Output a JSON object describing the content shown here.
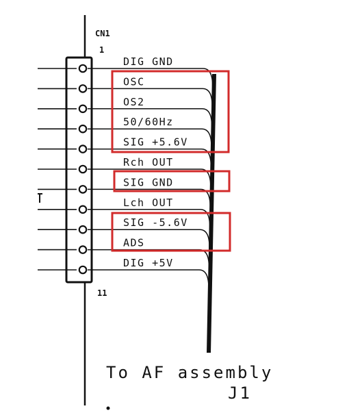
{
  "connector": {
    "name": "CN1",
    "first_pin": "1",
    "last_pin": "11"
  },
  "pins": [
    {
      "label": "DIG GND",
      "highlighted": false
    },
    {
      "label": "OSC",
      "highlighted": true
    },
    {
      "label": "OS2",
      "highlighted": true
    },
    {
      "label": "50/60Hz",
      "highlighted": true
    },
    {
      "label": "SIG +5.6V",
      "highlighted": true
    },
    {
      "label": "Rch OUT",
      "highlighted": false
    },
    {
      "label": "SIG GND",
      "highlighted": true
    },
    {
      "label": "Lch OUT",
      "highlighted": false
    },
    {
      "label": "SIG -5.6V",
      "highlighted": true
    },
    {
      "label": "ADS",
      "highlighted": true
    },
    {
      "label": "DIG +5V",
      "highlighted": false
    }
  ],
  "caption": {
    "line1": "To AF assembly",
    "line2": "J1"
  },
  "colors": {
    "ink": "#111111",
    "highlight": "#d22b2b"
  }
}
